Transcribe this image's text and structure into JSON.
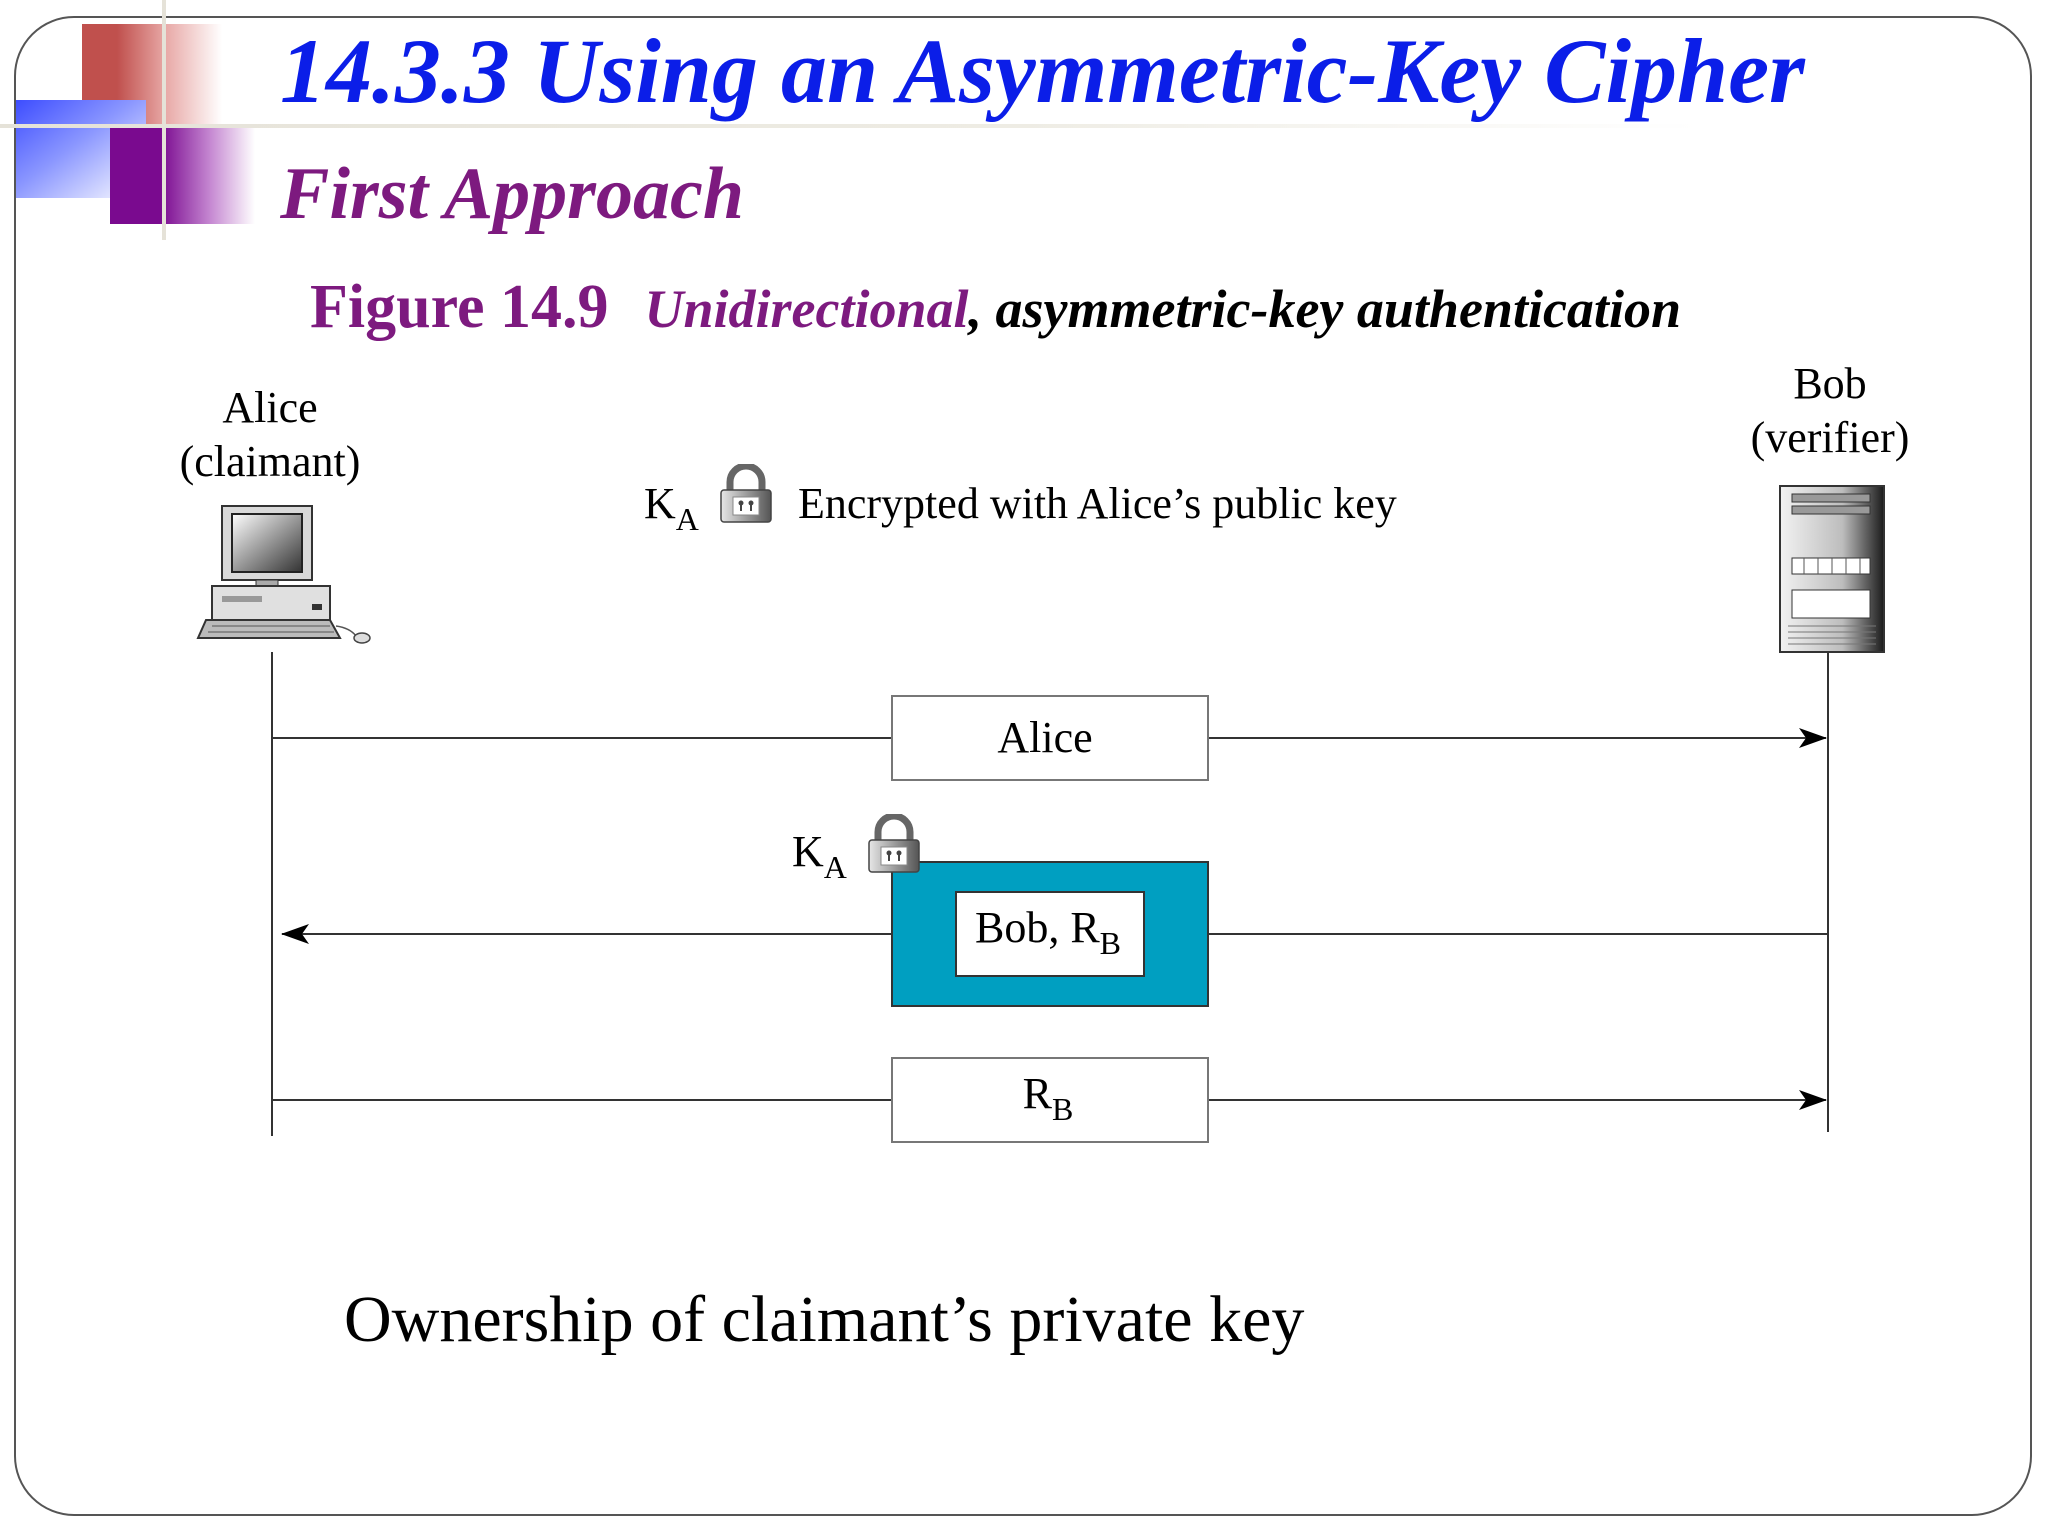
{
  "slide": {
    "title": "14.3.3  Using an Asymmetric-Key Cipher",
    "subtitle": "First Approach",
    "caption": {
      "number": "Figure 14.9",
      "emphasis": "Unidirectional",
      "rest": ", asymmetric-key authentication"
    },
    "bottom_text": "Ownership of claimant’s private key"
  },
  "diagram": {
    "alice": {
      "name": "Alice",
      "role": "(claimant)"
    },
    "bob": {
      "name": "Bob",
      "role": "(verifier)"
    },
    "legend": {
      "key": "K",
      "key_sub": "A",
      "text": "Encrypted with Alice’s public key"
    },
    "messages": [
      {
        "direction": "alice-to-bob",
        "label": "Alice"
      },
      {
        "direction": "bob-to-alice",
        "key": "K",
        "key_sub": "A",
        "label": "Bob, R",
        "label_sub": "B",
        "encrypted": true
      },
      {
        "direction": "alice-to-bob",
        "label": "R",
        "label_sub": "B"
      }
    ],
    "colors": {
      "encrypted_box": "#009fc1",
      "line": "#333333"
    }
  }
}
